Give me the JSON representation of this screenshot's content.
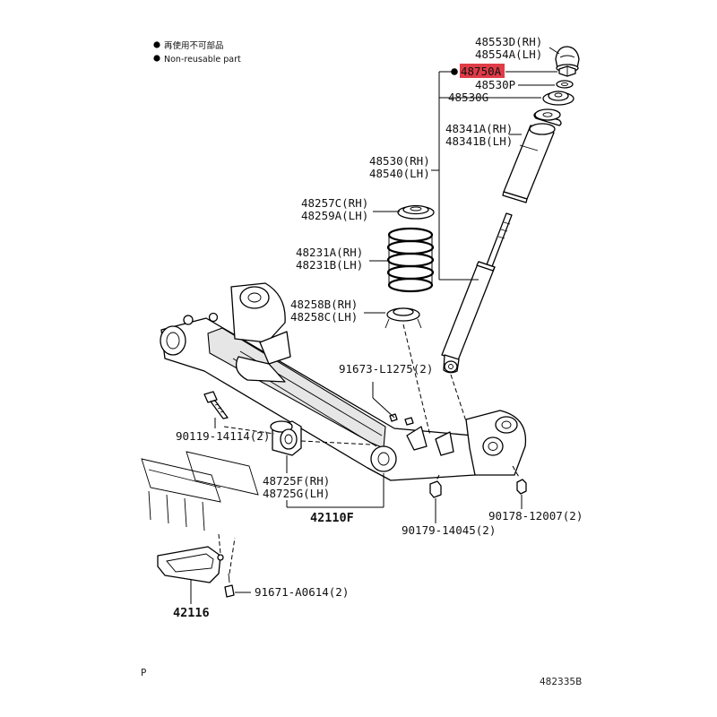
{
  "legend": {
    "cn": "再使用不可部品",
    "en": "Non-reusable part"
  },
  "labels": {
    "p48553d": "48553D(RH)",
    "p48554a": "48554A(LH)",
    "p48750a": "48750A",
    "p48530p": "48530P",
    "p48530g": "48530G",
    "p48341a": "48341A(RH)",
    "p48341b": "48341B(LH)",
    "p48530": "48530(RH)",
    "p48540": "48540(LH)",
    "p48257c": "48257C(RH)",
    "p48259a": "48259A(LH)",
    "p48231a": "48231A(RH)",
    "p48231b": "48231B(LH)",
    "p48258b": "48258B(RH)",
    "p48258c": "48258C(LH)",
    "p91673": "91673-L1275(2)",
    "p90119": "90119-14114(2)",
    "p48725f": "48725F(RH)",
    "p48725g": "48725G(LH)",
    "p42110f": "42110F",
    "p90179": "90179-14045(2)",
    "p90178": "90178-12007(2)",
    "p91671": "91671-A0614(2)",
    "p42116": "42116"
  },
  "highlight_color": "#e03c48",
  "footer": {
    "left": "P",
    "right": "482335B"
  }
}
